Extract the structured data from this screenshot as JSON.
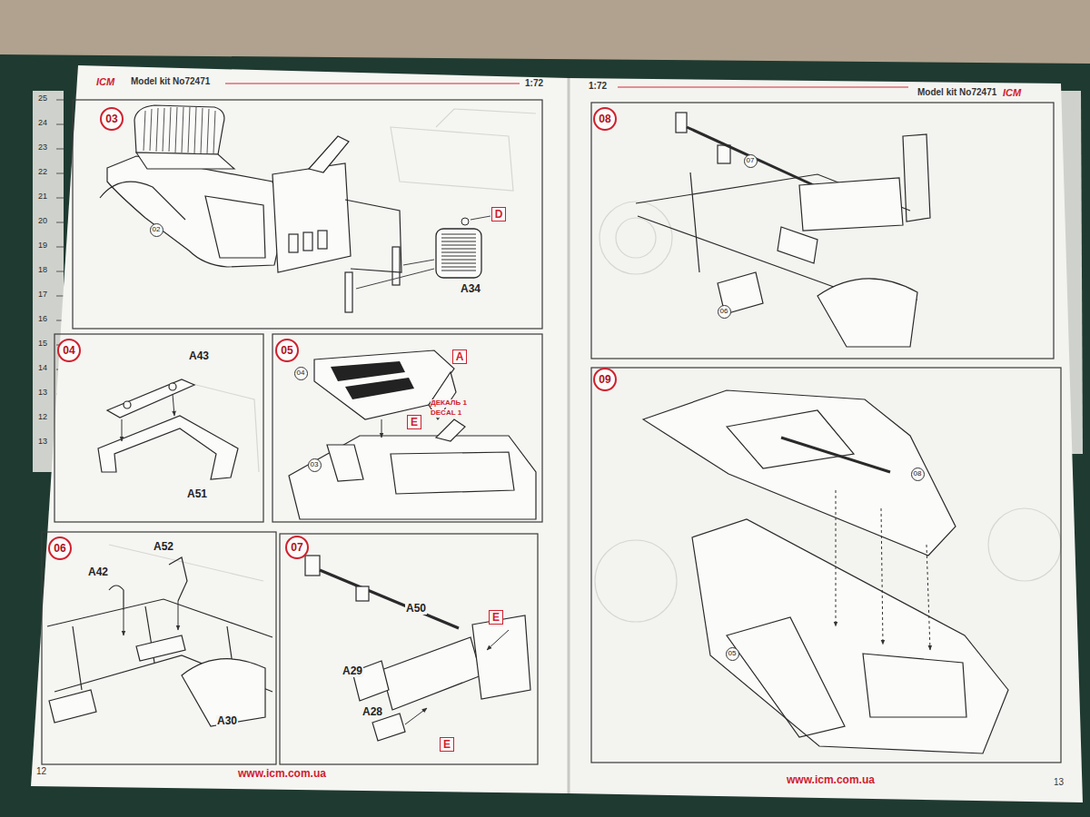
{
  "diagram": {
    "nodes": [
      {
        "text": [
          "03"
        ]
      },
      {
        "text": [
          "02"
        ]
      },
      {
        "text": [
          "D"
        ]
      },
      {
        "text": [
          "04"
        ]
      },
      {
        "text": [
          "05"
        ]
      },
      {
        "text": [
          "04"
        ]
      },
      {
        "text": [
          "A"
        ]
      },
      {
        "text": [
          "E"
        ]
      },
      {
        "text": [
          "03"
        ]
      },
      {
        "text": [
          "06"
        ]
      },
      {
        "text": [
          "07"
        ]
      },
      {
        "text": [
          "E"
        ]
      },
      {
        "text": [
          "E"
        ]
      },
      {
        "text": [
          "08"
        ]
      },
      {
        "text": [
          "07"
        ]
      },
      {
        "text": [
          "06"
        ]
      },
      {
        "text": [
          "09"
        ]
      },
      {
        "text": [
          "08"
        ]
      },
      {
        "text": [
          "05"
        ]
      }
    ],
    "labels": [
      "ICM",
      "Model kit No72471",
      "1:72",
      "A34",
      "A43",
      "A51",
      "ДЕКАЛЬ 1",
      "DECAL 1",
      "A42",
      "A52",
      "A30",
      "A50",
      "A29",
      "A28",
      "12",
      "www.icm.com.ua",
      "1:72",
      "Model kit No72471",
      "ICM",
      "www.icm.com.ua",
      "13",
      "25",
      "24",
      "23",
      "22",
      "21",
      "20",
      "19",
      "18",
      "17",
      "16",
      "15",
      "14",
      "13",
      "12",
      "13"
    ]
  }
}
